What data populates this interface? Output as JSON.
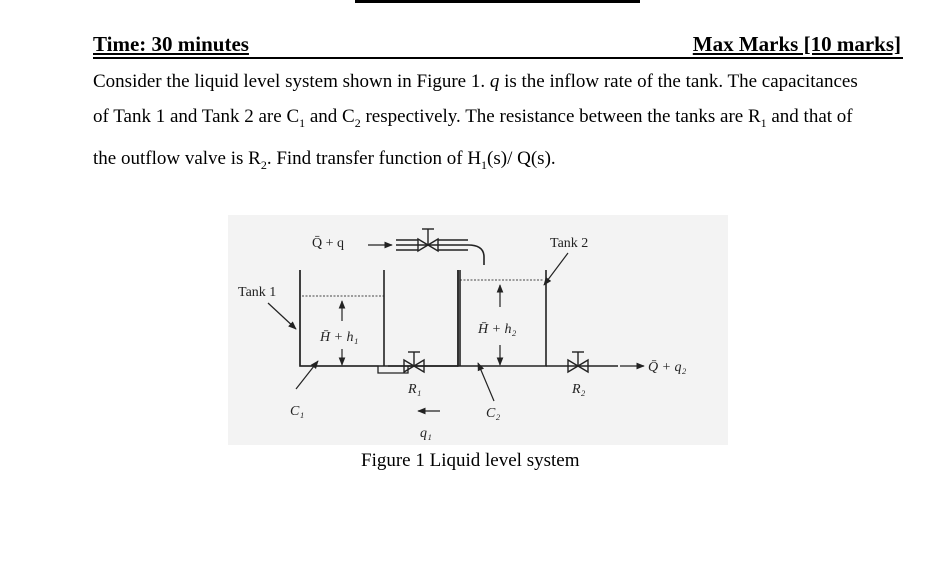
{
  "header": {
    "time": "Time:  30 minutes",
    "marks": "Max Marks [10 marks]"
  },
  "question": {
    "l1_a": "Consider the liquid level system shown in Figure 1. ",
    "l1_q": "q",
    "l1_b": " is the inflow rate of the tank. The capacitances",
    "l2_a": "of Tank 1 and Tank 2 are C",
    "l2_s1": "1",
    "l2_b": " and C",
    "l2_s2": "2",
    "l2_c": " respectively. The resistance between the tanks are R",
    "l2_s3": "1",
    "l2_d": " and that of",
    "l3_a": "the outflow valve is R",
    "l3_s1": "2",
    "l3_b": ". Find transfer function of H",
    "l3_s2": "1",
    "l3_c": "(s)/ Q(s)."
  },
  "figure": {
    "inflow_label": "Q̄ + q",
    "tank1_label": "Tank 1",
    "tank2_label": "Tank 2",
    "h1_label": "H̄ + h₁",
    "h2_label": "H̄ + h₂",
    "c1_label": "C₁",
    "c2_label": "C₂",
    "r1_label": "R₁",
    "r2_label": "R₂",
    "q1_label": "q₁",
    "outflow_label": "Q̄ + q₂",
    "caption": "Figure 1 Liquid level system"
  }
}
